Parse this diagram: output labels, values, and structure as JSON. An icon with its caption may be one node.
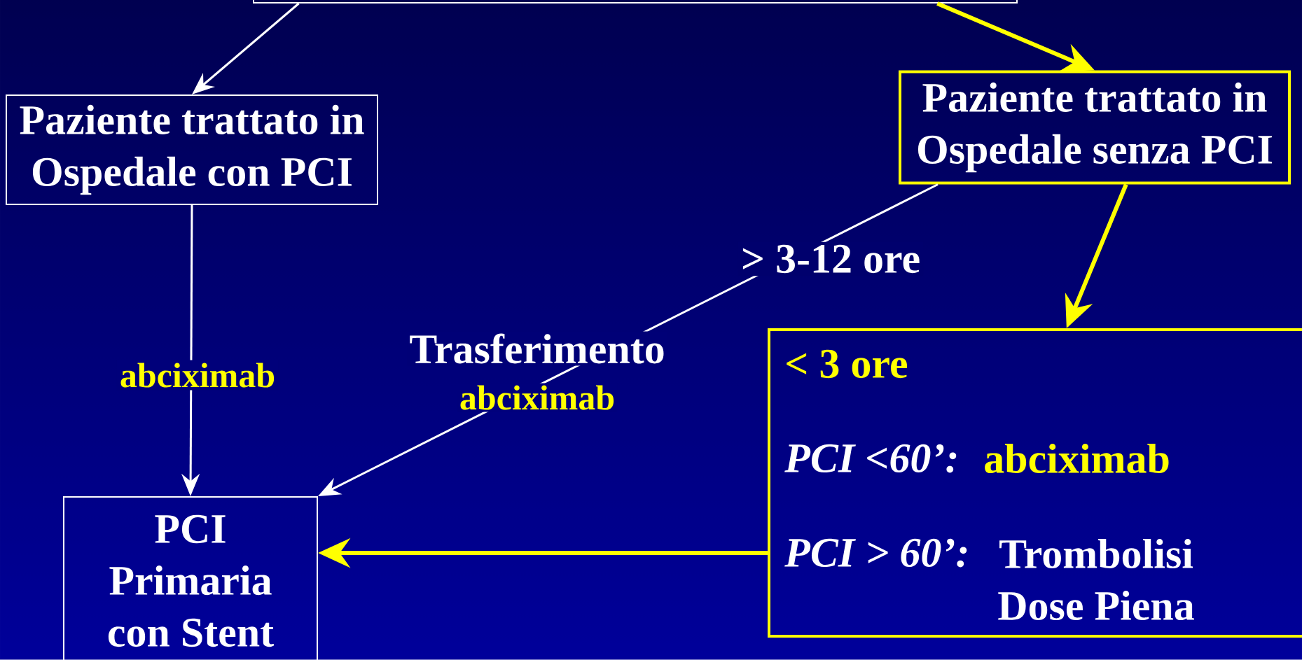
{
  "diagram": {
    "nodes": [
      {
        "text": [],
        "shape": "box"
      },
      {
        "text": [
          "Paziente trattato in Ospedale con PCI"
        ]
      },
      {
        "text": [
          "Paziente trattato in Ospedale senza PCI"
        ]
      },
      {
        "text": [
          "PCI Primaria con Stent"
        ]
      },
      {
        "text": [
          "< 3 ore",
          "PCI <60’:",
          "abciximab",
          "PCI > 60’:",
          "Trombolisi Dose Piena"
        ]
      }
    ],
    "edges": [
      {
        "from": 0,
        "to": 1,
        "arrow": "to"
      },
      {
        "from": 0,
        "to": 2,
        "arrow": "to",
        "style": "thick",
        "color": "#ffff00"
      },
      {
        "from": 1,
        "to": 3,
        "arrow": "to",
        "label": "abciximab"
      },
      {
        "from": 2,
        "to": 3,
        "arrow": "to",
        "label": "> 3-12 ore"
      },
      {
        "from": 2,
        "to": 4,
        "arrow": "to",
        "style": "thick",
        "color": "#ffff00"
      },
      {
        "from": 4,
        "to": 3,
        "arrow": "to",
        "style": "thick",
        "color": "#ffff00"
      }
    ],
    "labels": [
      "Trasferimento",
      "abciximab"
    ]
  }
}
